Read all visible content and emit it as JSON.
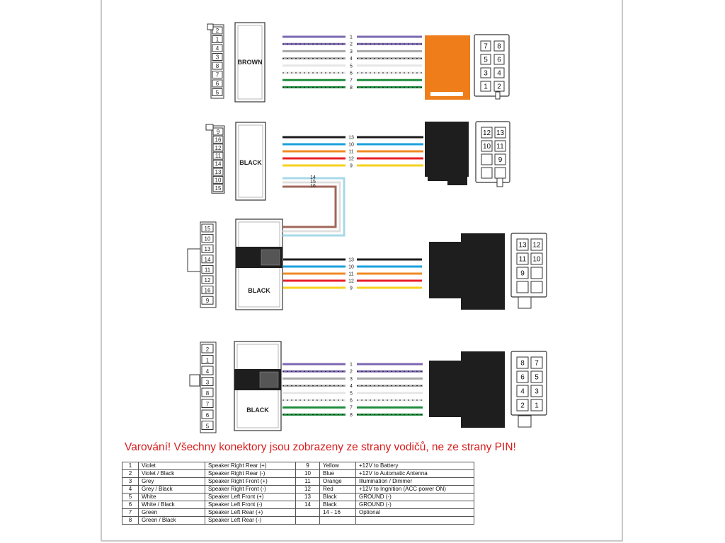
{
  "colors": {
    "violet": "#7b68b0",
    "grey": "#a8a8a8",
    "white": "#e6e6e6",
    "green": "#1e8e3e",
    "black": "#1c1c1c",
    "blue": "#1aa0dc",
    "orange": "#f08a24",
    "red": "#e8202a",
    "yellow": "#f6d21c",
    "brown": "#a0675a",
    "lightblue": "#a8d8e8",
    "housing_orange": "#ee7d1a",
    "housing_black": "#1e1e1e",
    "warning": "#d81e1e"
  },
  "connectors": {
    "brown": {
      "label": "BROWN",
      "side_pins": [
        "2",
        "1",
        "4",
        "3",
        "8",
        "7",
        "6",
        "5"
      ],
      "wires": [
        {
          "num": "1",
          "color": "violet"
        },
        {
          "num": "2",
          "color": "violet",
          "stripe": "black"
        },
        {
          "num": "3",
          "color": "grey"
        },
        {
          "num": "4",
          "color": "grey",
          "stripe": "black"
        },
        {
          "num": "5",
          "color": "white"
        },
        {
          "num": "6",
          "color": "white",
          "stripe": "black"
        },
        {
          "num": "7",
          "color": "green"
        },
        {
          "num": "8",
          "color": "green",
          "stripe": "black"
        }
      ],
      "grid": [
        [
          "7",
          "8"
        ],
        [
          "5",
          "6"
        ],
        [
          "3",
          "4"
        ],
        [
          "1",
          "2"
        ]
      ]
    },
    "black": {
      "label": "BLACK",
      "side_pins": [
        "9",
        "16",
        "12",
        "11",
        "14",
        "13",
        "10",
        "15"
      ],
      "wires": [
        {
          "num": "13",
          "color": "black"
        },
        {
          "num": "10",
          "color": "blue"
        },
        {
          "num": "11",
          "color": "orange"
        },
        {
          "num": "12",
          "color": "red"
        },
        {
          "num": "9",
          "color": "yellow"
        }
      ],
      "loop_wires": [
        {
          "num": "14",
          "color": "lightblue"
        },
        {
          "num": "15",
          "color": "white"
        },
        {
          "num": "16",
          "color": "brown"
        }
      ],
      "grid": [
        [
          "12",
          "13"
        ],
        [
          "10",
          "11"
        ],
        [
          "",
          "9"
        ],
        [
          "",
          ""
        ]
      ]
    },
    "black_iso": {
      "label": "BLACK",
      "side_pins": [
        "15",
        "10",
        "13",
        "14",
        "11",
        "12",
        "16",
        "9"
      ],
      "wires": [
        {
          "num": "13",
          "color": "black"
        },
        {
          "num": "10",
          "color": "blue"
        },
        {
          "num": "11",
          "color": "orange"
        },
        {
          "num": "12",
          "color": "red"
        },
        {
          "num": "9",
          "color": "yellow"
        }
      ],
      "grid": [
        [
          "13",
          "12"
        ],
        [
          "11",
          "10"
        ],
        [
          "9",
          ""
        ],
        [
          "",
          ""
        ]
      ]
    },
    "black_spk": {
      "label": "BLACK",
      "side_pins": [
        "2",
        "1",
        "4",
        "3",
        "8",
        "7",
        "6",
        "5"
      ],
      "wires": [
        {
          "num": "1",
          "color": "violet"
        },
        {
          "num": "2",
          "color": "violet",
          "stripe": "black"
        },
        {
          "num": "3",
          "color": "grey"
        },
        {
          "num": "4",
          "color": "grey",
          "stripe": "black"
        },
        {
          "num": "5",
          "color": "white"
        },
        {
          "num": "6",
          "color": "white",
          "stripe": "black"
        },
        {
          "num": "7",
          "color": "green"
        },
        {
          "num": "8",
          "color": "green",
          "stripe": "black"
        }
      ],
      "grid": [
        [
          "8",
          "7"
        ],
        [
          "6",
          "5"
        ],
        [
          "4",
          "3"
        ],
        [
          "2",
          "1"
        ]
      ]
    }
  },
  "warning": "Varování! Všechny konektory jsou zobrazeny ze strany vodičů, ne ze strany PIN!",
  "legend": [
    [
      "1",
      "Violet",
      "Speaker Right Rear (+)",
      "9",
      "Yellow",
      "+12V to Battery"
    ],
    [
      "2",
      "Violet / Black",
      "Speaker Right Rear (-)",
      "10",
      "Blue",
      "+12V to Automatic Antenna"
    ],
    [
      "3",
      "Grey",
      "Speaker Right Front (+)",
      "11",
      "Orange",
      "Illumination / Dimmer"
    ],
    [
      "4",
      "Grey / Black",
      "Speaker Right Front (-)",
      "12",
      "Red",
      "+12V to Ingnition (ACC power ON)"
    ],
    [
      "5",
      "White",
      "Speaker Left Front (+)",
      "13",
      "Black",
      "GROUND (-)"
    ],
    [
      "6",
      "White / Black",
      "Speaker Left Front (-)",
      "14",
      "Black",
      "GROUND (-)"
    ],
    [
      "7",
      "Green",
      "Speaker Left Rear (+)",
      "",
      "14 - 16",
      "Optional"
    ],
    [
      "8",
      "Green / Black",
      "Speaker Left Rear (-)",
      "",
      "",
      ""
    ]
  ]
}
